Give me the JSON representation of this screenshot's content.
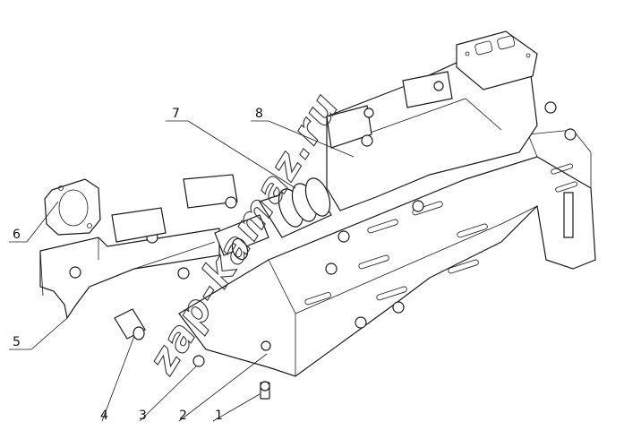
{
  "callouts": [
    {
      "number": "1"
    },
    {
      "number": "2"
    },
    {
      "number": "3"
    },
    {
      "number": "4"
    },
    {
      "number": "5"
    },
    {
      "number": "6"
    },
    {
      "number": "7"
    },
    {
      "number": "8"
    }
  ],
  "watermark": {
    "text": "zap-kamaz.ru"
  },
  "colors": {
    "line": "#1a1a1a",
    "background": "#ffffff"
  }
}
